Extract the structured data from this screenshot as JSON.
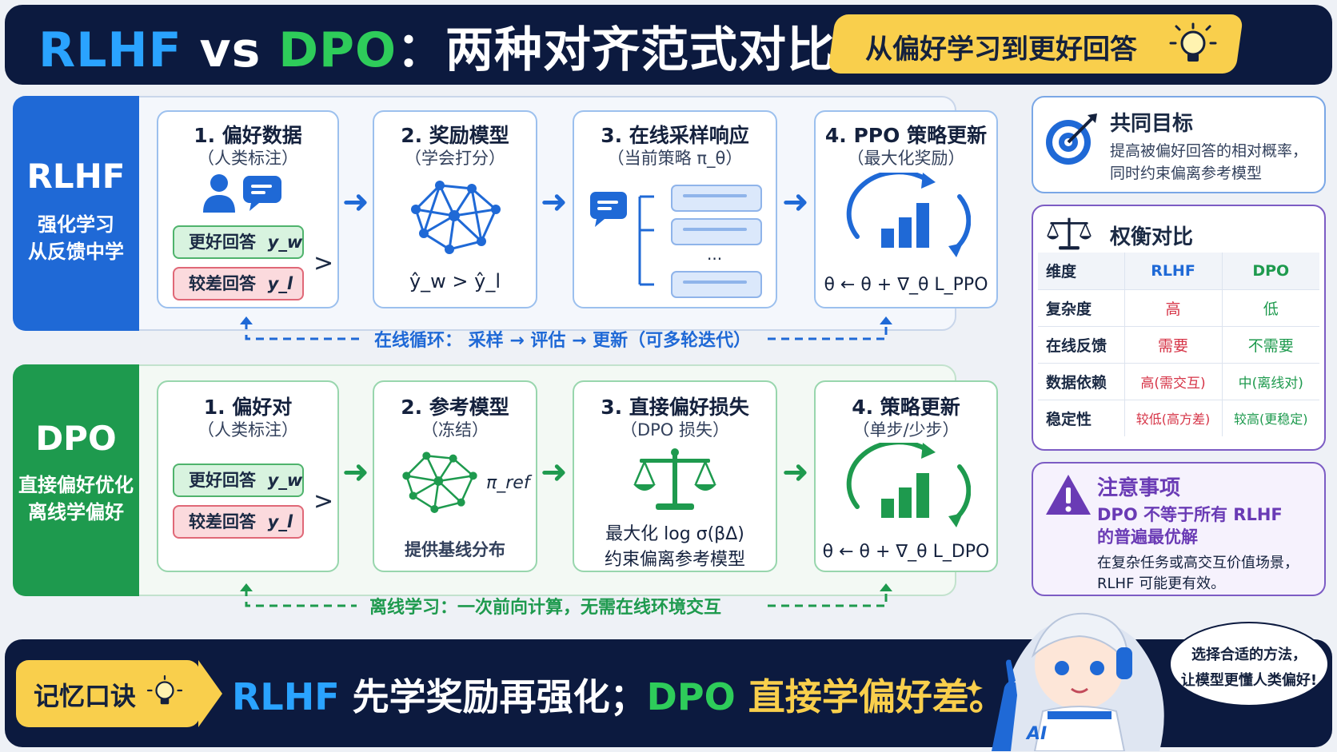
{
  "header": {
    "title_rlhf": "RLHF",
    "title_vs": " vs ",
    "title_dpo": "DPO",
    "title_rest": "：两种对齐范式对比",
    "subtitle": "从偏好学习到更好回答"
  },
  "rlhf": {
    "label": "RLHF",
    "desc1": "强化学习",
    "desc2": "从反馈中学",
    "steps": [
      {
        "title": "1. 偏好数据",
        "sub": "（人类标注）"
      },
      {
        "title": "2. 奖励模型",
        "sub": "（学会打分）",
        "formula": "ŷ_w > ŷ_l"
      },
      {
        "title": "3. 在线采样响应",
        "sub": "（当前策略 π_θ）",
        "dots": "..."
      },
      {
        "title": "4. PPO 策略更新",
        "sub": "（最大化奖励）",
        "formula": "θ ← θ + ∇_θ L_PPO"
      }
    ],
    "loop": "在线循环：  采样  →  评估  →  更新（可多轮迭代）"
  },
  "dpo": {
    "label": "DPO",
    "desc1": "直接偏好优化",
    "desc2": "离线学偏好",
    "steps": [
      {
        "title": "1. 偏好对",
        "sub": "（人类标注）"
      },
      {
        "title": "2. 参考模型",
        "sub": "（冻结）",
        "pi": "π_ref",
        "note": "提供基线分布"
      },
      {
        "title": "3. 直接偏好损失",
        "sub": "（DPO 损失）",
        "line1": "最大化 log  σ(βΔ)",
        "line2": "约束偏离参考模型"
      },
      {
        "title": "4. 策略更新",
        "sub": "（单步/少步）",
        "formula": "θ ← θ + ∇_θ L_DPO"
      }
    ],
    "loop": "离线学习：一次前向计算，无需在线环境交互"
  },
  "pills": {
    "better": "更好回答",
    "better_sym": "y_w",
    "worse": "较差回答",
    "worse_sym": "y_l",
    "gt": ">"
  },
  "goal": {
    "title": "共同目标",
    "line1": "提高被偏好回答的相对概率，",
    "line2": "同时约束偏离参考模型"
  },
  "tradeoff": {
    "title": "权衡对比",
    "headers": [
      "维度",
      "RLHF",
      "DPO"
    ],
    "rows": [
      [
        "复杂度",
        "高",
        "低"
      ],
      [
        "在线反馈",
        "需要",
        "不需要"
      ],
      [
        "数据依赖",
        "高(需交互)",
        "中(离线对)"
      ],
      [
        "稳定性",
        "较低(高方差)",
        "较高(更稳定)"
      ]
    ]
  },
  "caution": {
    "title": "注意事项",
    "line1": "DPO 不等于所有 RLHF",
    "line2": "的普遍最优解",
    "line3": "在复杂任务或高交互价值场景，",
    "line4": "RLHF 可能更有效。"
  },
  "footer": {
    "memo": "记忆口诀",
    "rl": "RLHF",
    "s1": " 先学奖励再强化；",
    "dp": "DPO",
    "s2": " 直接学偏好差。",
    "bubble1": "选择合适的方法，",
    "bubble2": "让模型更懂人类偏好!",
    "ai": "AI"
  },
  "colors": {
    "navy": "#0c1a3f",
    "blue": "#1f69d6",
    "green": "#1e9a4e",
    "yellow": "#f9cf4c",
    "purple": "#6a3bb5",
    "red": "#d63447"
  }
}
